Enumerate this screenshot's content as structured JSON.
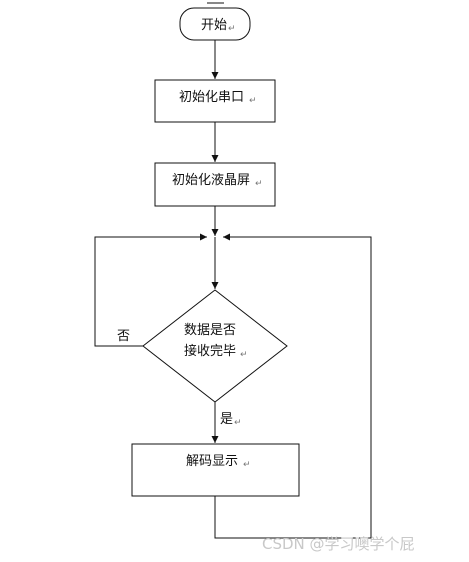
{
  "nodes": {
    "start": {
      "label": "开始",
      "mark": "↵"
    },
    "init_serial": {
      "label": "初始化串口",
      "mark": "↵"
    },
    "init_lcd": {
      "label": "初始化液晶屏",
      "mark": "↵"
    },
    "decision": {
      "line1": "数据是否",
      "line2": "接收完毕",
      "mark": "↵"
    },
    "decode": {
      "label": "解码显示",
      "mark": "↵"
    }
  },
  "edges": {
    "yes_label": "是",
    "yes_mark": "↵",
    "no_label": "否"
  },
  "watermark": "CSDN @学习噢学个屁",
  "colors": {
    "stroke": "#111111",
    "text": "#111111",
    "watermark": "#c8c8c8"
  }
}
